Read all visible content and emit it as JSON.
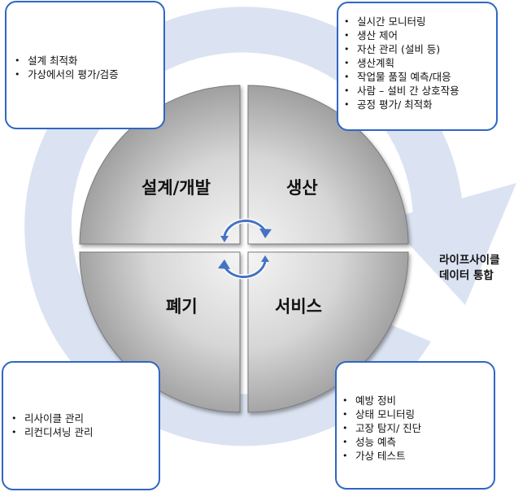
{
  "quadrants": {
    "design": "설계/개발",
    "production": "생산",
    "disposal": "폐기",
    "service": "서비스"
  },
  "lifecycle_label": [
    "라이프사이클",
    "데이터 통합"
  ],
  "boxes": {
    "design": [
      "설계 최적화",
      "가상에서의 평가/검증"
    ],
    "production": [
      "실시간 모니터링",
      "생산 제어",
      "자산 관리 (설비 등)",
      "생산계획",
      "작업물 품질 예측/대응",
      "사람 – 설비 간 상호작용",
      "공정 평가/ 최적화"
    ],
    "disposal": [
      "리사이클 관리",
      "리컨디셔닝 관리"
    ],
    "service": [
      "예방 정비",
      "상태 모니터링",
      "고장 탐지/ 진단",
      "성능 예측",
      "가상 테스트"
    ]
  },
  "colors": {
    "box_border": "#2f66c4",
    "cycle_arrow": "#dbe3f2",
    "quadrant_light": "#f4f4f4",
    "quadrant_dark": "#9a9a9a",
    "small_arrows": "#4472c4"
  },
  "icons": [
    "cycle-arrow-icon",
    "rotate-arrow-top-icon",
    "rotate-arrow-bottom-icon"
  ]
}
